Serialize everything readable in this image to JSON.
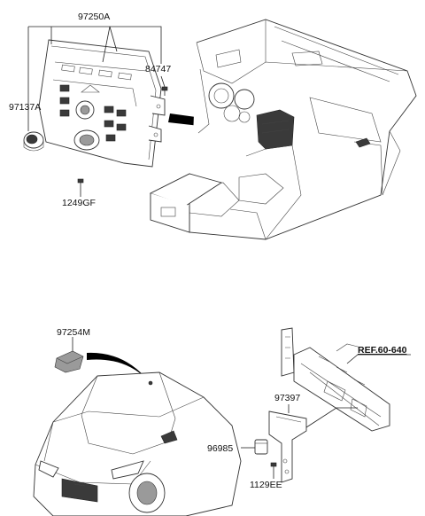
{
  "labels": {
    "p97250A": "97250A",
    "p84747": "84747",
    "p97137A": "97137A",
    "p1249GF": "1249GF",
    "p97254M": "97254M",
    "ref": "REF.60-640",
    "p97397": "97397",
    "p96985": "96985",
    "p1129EE": "1129EE"
  }
}
